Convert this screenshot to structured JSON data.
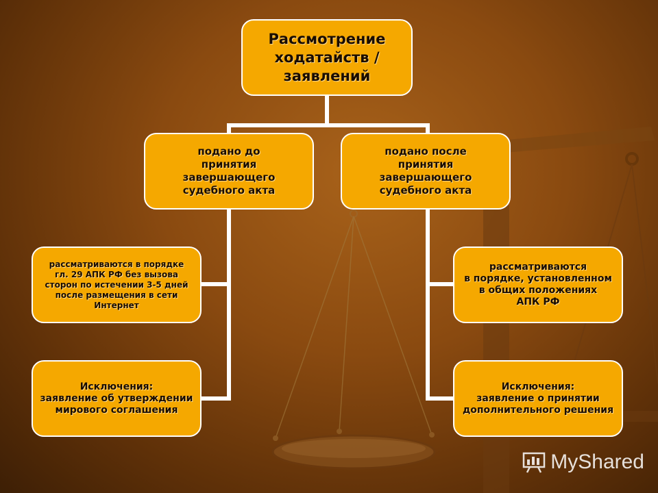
{
  "diagram": {
    "root": "Рассмотрение\nходатайств /\nзаявлений",
    "left": {
      "title": "подано до\nпринятия\nзавершающего\nсудебного акта",
      "item1": "рассматриваются в порядке\nгл. 29 АПК РФ  без вызова\nсторон по истечении 3-5 дней\nпосле размещения в сети\nИнтернет",
      "item2": "Исключения:\nзаявление об утверждении\nмирового соглашения"
    },
    "right": {
      "title": "подано после\nпринятия\nзавершающего\nсудебного акта",
      "item1": "рассматриваются\nв порядке, установленном\nв общих положениях\nАПК РФ",
      "item2": "Исключения:\nзаявление о принятии\nдополнительного решения"
    }
  },
  "watermark": {
    "text": "MyShared",
    "icon": "presentation-board-icon"
  },
  "colors": {
    "box_fill": "#f5a800",
    "box_border": "#ffffff",
    "connector": "#ffffff",
    "background": "#8a4a10"
  }
}
